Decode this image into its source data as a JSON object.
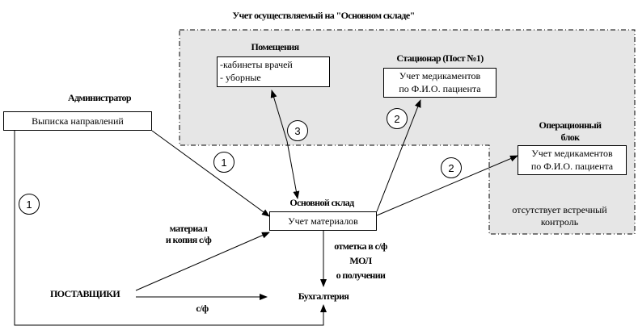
{
  "title": "Учет осуществляемый на \"Основном складе\"",
  "premises": {
    "label": "Помещения",
    "lines": [
      "-кабинеты врачей",
      "- уборные"
    ]
  },
  "inpatient": {
    "label": "Стационар (Пост №1)",
    "lines": [
      "Учет медикаментов",
      "по Ф.И.О. пациента"
    ]
  },
  "admin": {
    "label": "Администратор",
    "box": "Выписка направлений"
  },
  "operating": {
    "label_lines": [
      "Операционный",
      "блок"
    ],
    "lines": [
      "Учет медикаментов",
      "по Ф.И.О. пациента"
    ],
    "note_lines": [
      "отсутствует встречный",
      "контроль"
    ]
  },
  "warehouse": {
    "label": "Основной склад",
    "box": "Учет материалов"
  },
  "suppliers": "ПОСТАВЩИКИ",
  "accounting": "Бухгалтерия",
  "edge_labels": {
    "material": [
      "материал",
      "и копия с/ф"
    ],
    "mol": [
      "отметка в с/ф",
      "МОЛ",
      "о получении"
    ],
    "invoice": "с/ф"
  },
  "markers": [
    "1",
    "3",
    "2",
    "2",
    "1"
  ]
}
